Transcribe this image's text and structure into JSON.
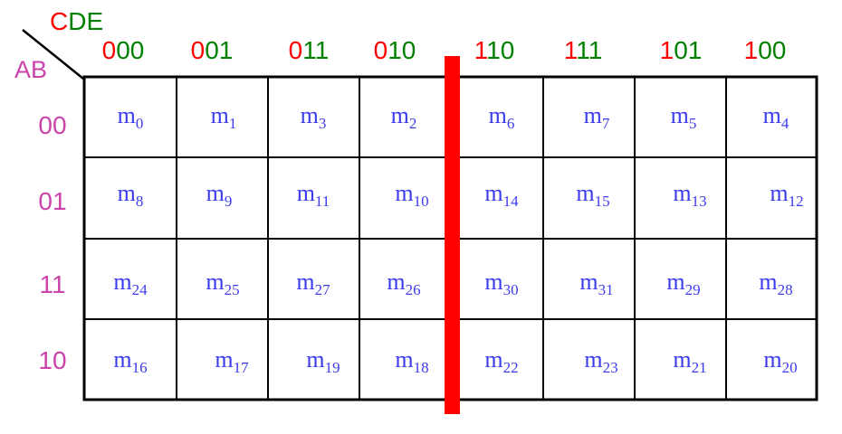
{
  "header": {
    "cde_parts": [
      {
        "text": "C",
        "color": "#ff0000"
      },
      {
        "text": "DE",
        "color": "#008000"
      }
    ],
    "ab_label": "AB"
  },
  "colors": {
    "bit_red": "#ff0000",
    "bit_green": "#008000",
    "row_label": "#cc44aa",
    "minterm": "#3b3bef",
    "grid": "#000000",
    "divider": "#ff0000"
  },
  "columns": [
    "000",
    "001",
    "011",
    "010",
    "110",
    "111",
    "101",
    "100"
  ],
  "rows": [
    "00",
    "01",
    "11",
    "10"
  ],
  "minterm_prefix": "m",
  "cells": [
    [
      "0",
      "1",
      "3",
      "2",
      "6",
      "7",
      "5",
      "4"
    ],
    [
      "8",
      "9",
      "11",
      "10",
      "14",
      "15",
      "13",
      "12"
    ],
    [
      "24",
      "25",
      "27",
      "26",
      "30",
      "31",
      "29",
      "28"
    ],
    [
      "16",
      "17",
      "19",
      "18",
      "22",
      "23",
      "21",
      "20"
    ]
  ]
}
